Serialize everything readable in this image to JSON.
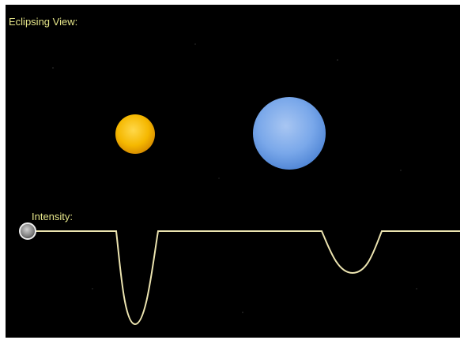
{
  "view": {
    "title": "Eclipsing View:",
    "intensity_label": "Intensity:"
  },
  "stars": [
    {
      "name": "yellow-star",
      "color": "#f5b800"
    },
    {
      "name": "blue-star",
      "color": "#6ea0e8"
    }
  ],
  "colors": {
    "background": "#000000",
    "label_text": "#e6e68a",
    "curve": "#ece4b0",
    "marker": "#9a9a9a"
  },
  "light_curve": {
    "baseline": 1.0,
    "primary_eclipse_min": 0.0,
    "secondary_eclipse_min": 0.46
  },
  "slider": {
    "icon": "circle-marker-icon"
  }
}
